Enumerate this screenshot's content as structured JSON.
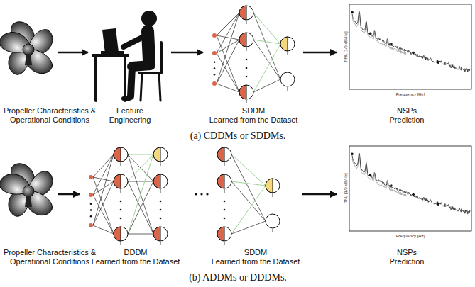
{
  "diagram": {
    "nodes": [
      {
        "text": [
          "Propeller Characteristics & Operational Conditions"
        ]
      },
      {
        "text": [
          "Feature",
          "Engineering"
        ]
      },
      {
        "text": [
          "SDDM",
          "Learned from the Dataset"
        ]
      },
      {
        "text": [
          "NSPs",
          "Prediction"
        ]
      },
      {
        "text": [
          "Propeller Characteristics & Operational Conditions"
        ]
      },
      {
        "text": [
          "DDDM",
          "Learned from the Dataset"
        ]
      },
      {
        "text": [
          "SDDM",
          "Learned from the Dataset"
        ]
      },
      {
        "text": [
          "NSPs",
          "Prediction"
        ]
      }
    ],
    "edges": [
      {
        "from": 0,
        "to": 1,
        "arrow": "to"
      },
      {
        "from": 1,
        "to": 2,
        "arrow": "to"
      },
      {
        "from": 2,
        "to": 3,
        "arrow": "to"
      },
      {
        "from": 4,
        "to": 5,
        "arrow": "to"
      },
      {
        "from": 6,
        "to": 7,
        "arrow": "to"
      }
    ],
    "labels": [
      "RNL [1/3 dB/Hz]",
      "Frequency [Hz]",
      "(a) CDDMs or SDDMs.",
      "RNL [1/3 dB/Hz]",
      "Frequency [Hz]",
      "(b) ADDMs or DDDMs."
    ]
  }
}
